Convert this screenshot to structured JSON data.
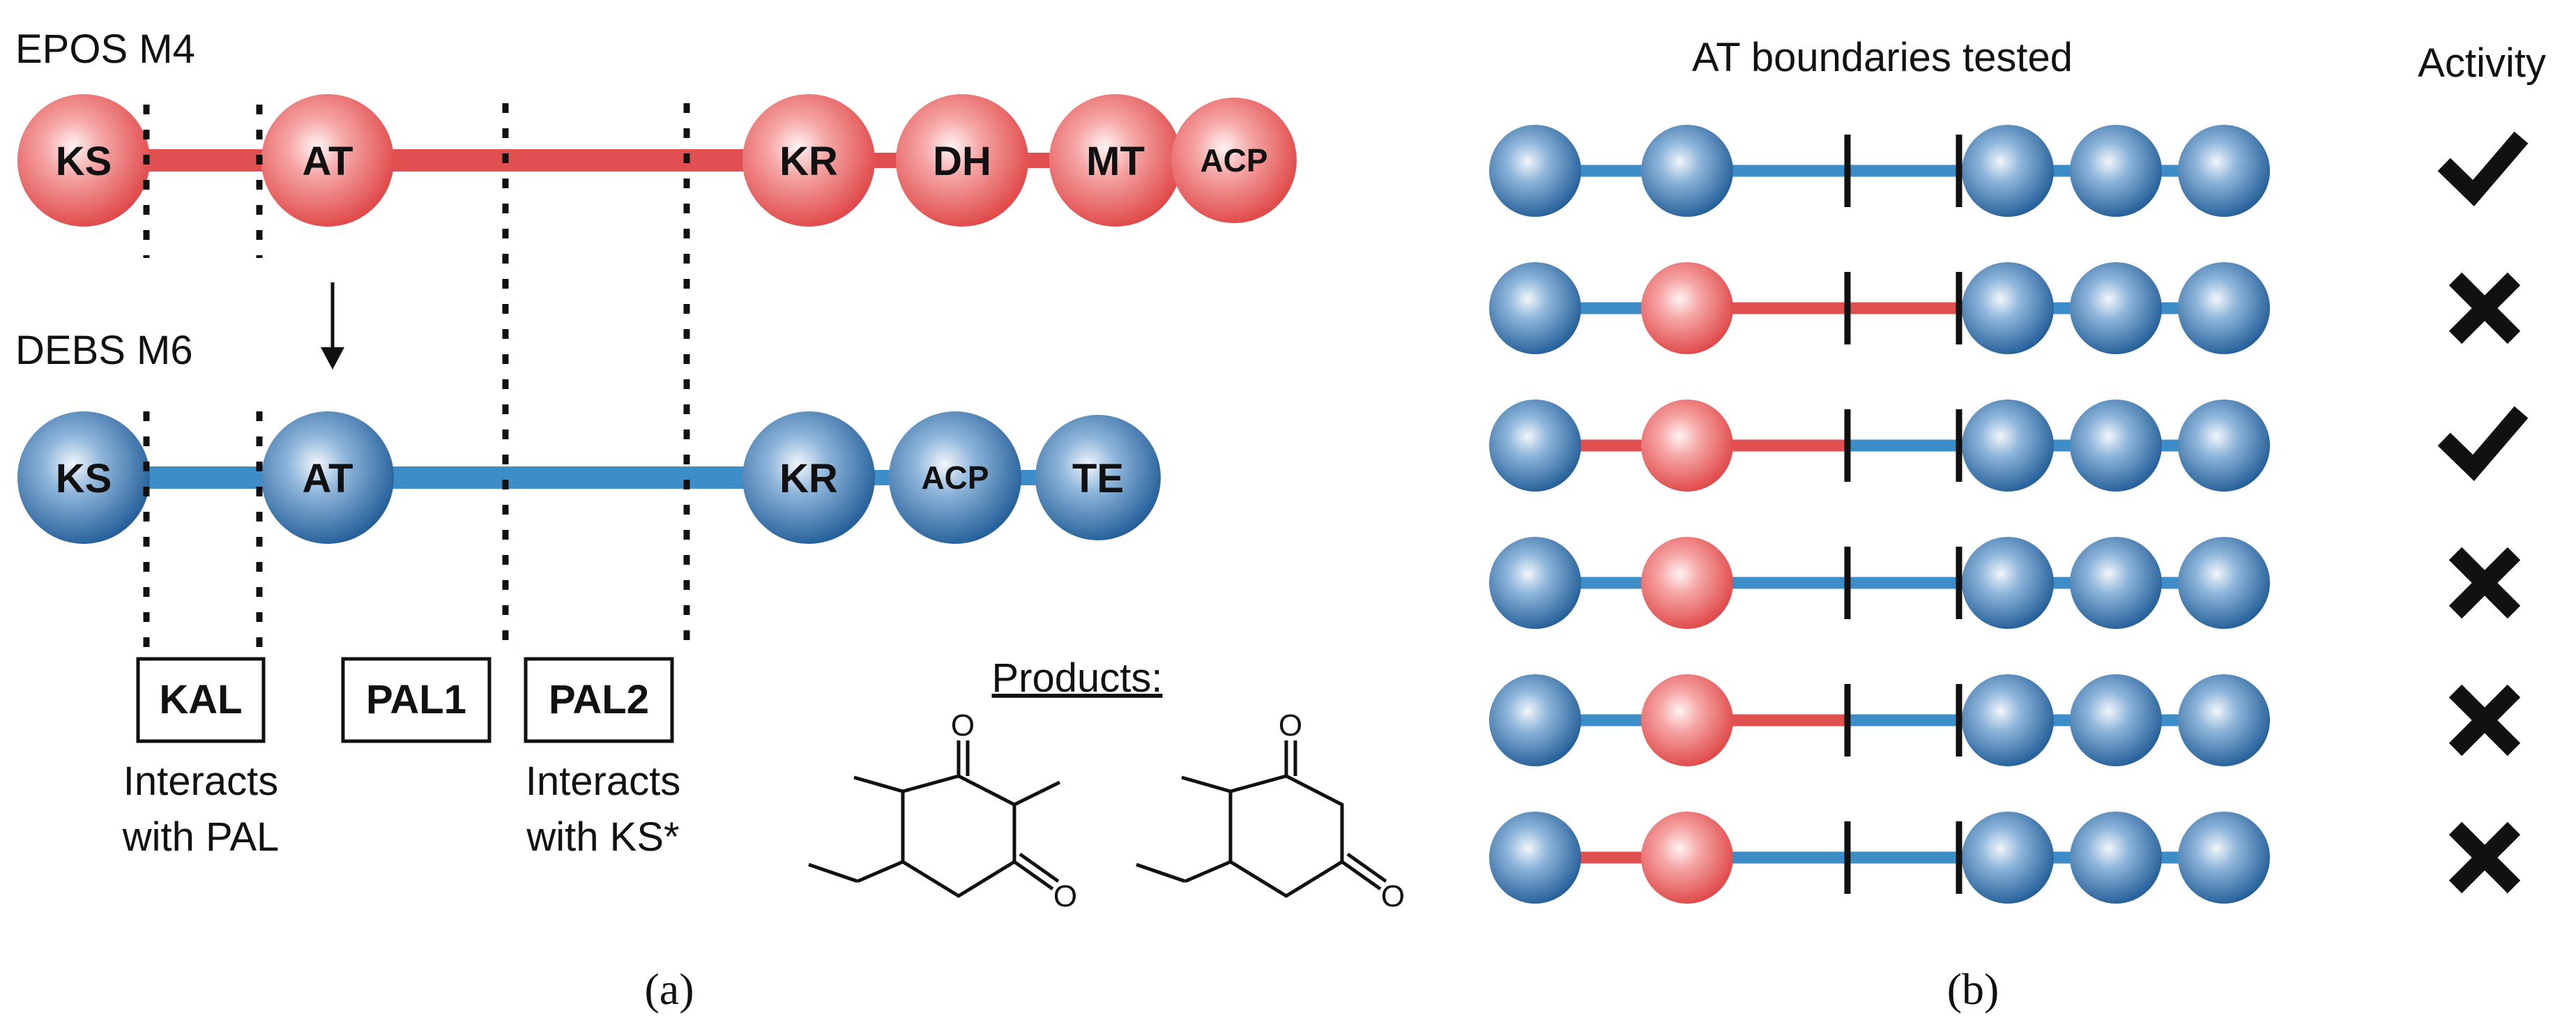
{
  "panel_a": {
    "epos_title": "EPOS M4",
    "debs_title": "DEBS M6",
    "epos_domains": [
      "KS",
      "AT",
      "KR",
      "DH",
      "MT",
      "ACP"
    ],
    "debs_domains": [
      "KS",
      "AT",
      "KR",
      "ACP",
      "TE"
    ],
    "linker_boxes": [
      "KAL",
      "PAL1",
      "PAL2"
    ],
    "kal_note": [
      "Interacts",
      "with PAL"
    ],
    "pal2_note": [
      "Interacts",
      "with KS*"
    ],
    "products_label": "Products:",
    "atom_label": "O",
    "caption": "(a)"
  },
  "panel_b": {
    "title": "AT boundaries tested",
    "activity_header": "Activity",
    "caption": "(b)",
    "rows": [
      {
        "seg1": "blue",
        "at": "blue",
        "seg2": "blue",
        "seg3": "blue",
        "active": true
      },
      {
        "seg1": "blue",
        "at": "red",
        "seg2": "red",
        "seg3": "red",
        "active": false
      },
      {
        "seg1": "red",
        "at": "red",
        "seg2": "red",
        "seg3": "blue",
        "active": true
      },
      {
        "seg1": "blue",
        "at": "red",
        "seg2": "blue",
        "seg3": "blue",
        "active": false
      },
      {
        "seg1": "blue",
        "at": "red",
        "seg2": "red",
        "seg3": "blue",
        "active": false
      },
      {
        "seg1": "red",
        "at": "red",
        "seg2": "blue",
        "seg3": "blue",
        "active": false
      }
    ]
  },
  "colors": {
    "red_line": "#e05050",
    "blue_line": "#3d8ec8",
    "red_ball": "#e85a5a",
    "blue_ball": "#2f6fa8"
  }
}
